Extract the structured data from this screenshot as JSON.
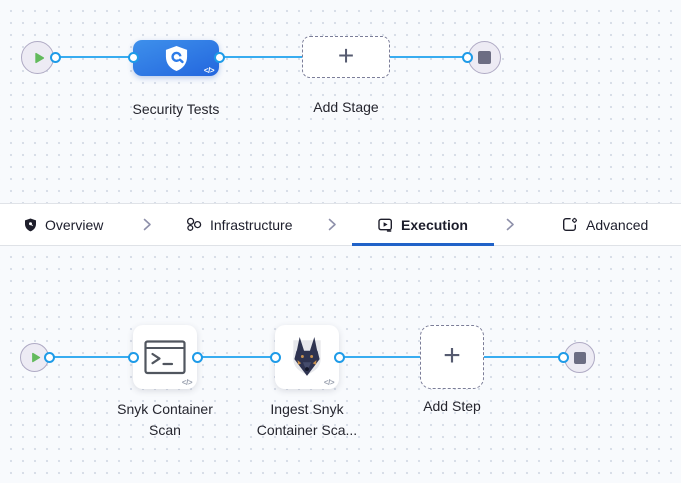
{
  "stage_section": {
    "stage_label": "Security Tests",
    "add_stage_label": "Add Stage",
    "plus_glyph": "+",
    "code_glyph": "</>",
    "icons": {
      "start": "play-icon",
      "stage": "shield-scan-icon",
      "add": "plus-icon",
      "end": "stop-icon"
    }
  },
  "tab_bar": {
    "separator_icon": "chevron-right-icon",
    "active_underline_color": "#2062C8",
    "tabs": [
      {
        "label": "Overview",
        "icon": "shield-icon",
        "active": false
      },
      {
        "label": "Infrastructure",
        "icon": "infrastructure-nodes-icon",
        "active": false
      },
      {
        "label": "Execution",
        "icon": "execution-play-icon",
        "active": true
      },
      {
        "label": "Advanced",
        "icon": "advanced-gear-icon",
        "active": false
      }
    ]
  },
  "step_section": {
    "steps": [
      {
        "label": "Snyk Container Scan",
        "icon": "terminal-icon"
      },
      {
        "label": "Ingest Snyk Container Sca...",
        "icon": "snyk-doberman-icon"
      }
    ],
    "add_step_label": "Add Step",
    "plus_glyph": "+",
    "code_glyph": "</>"
  },
  "colors": {
    "connector_line": "#38ACF0",
    "port_ring": "#1E9BE8",
    "stage_node_gradient_start": "#3E90EB",
    "stage_node_gradient_end": "#2366DE",
    "canvas_background": "#F8FAFD"
  }
}
